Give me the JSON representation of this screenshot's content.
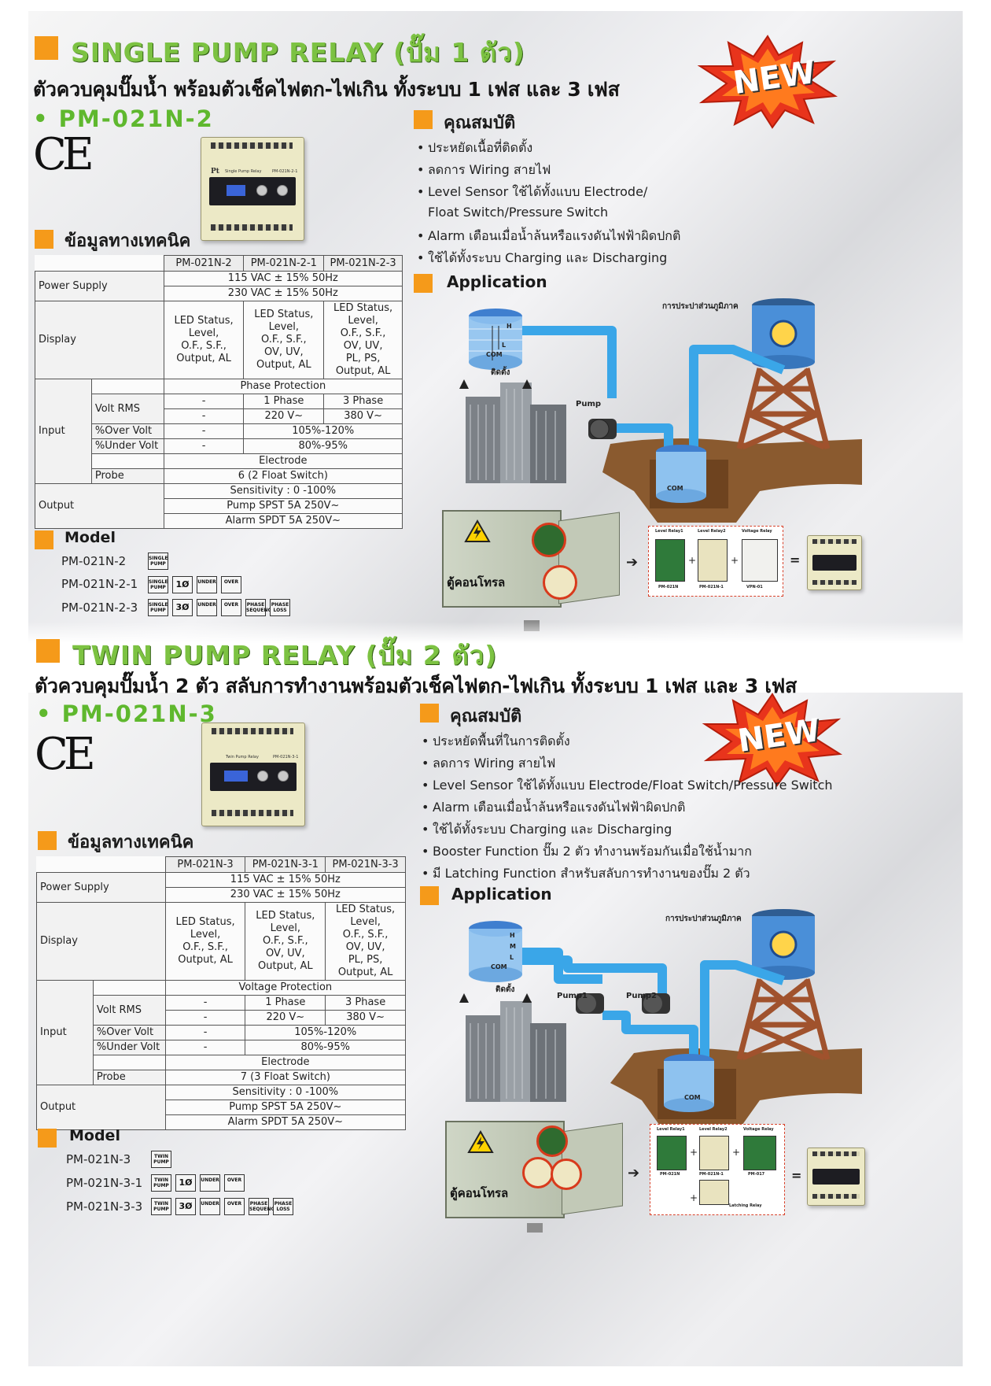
{
  "single": {
    "title": "SINGLE PUMP RELAY (ปั๊ม 1 ตัว)",
    "subtitle": "ตัวควบคุมปั๊มน้ำ พร้อมตัวเช็คไฟตก-ไฟเกิน ทั้งระบบ 1 เฟส และ 3 เฟส",
    "model_name": "• PM-021N-2",
    "ce": "CE",
    "new_badge": "NEW",
    "device_label": "Single Pump Relay",
    "device_model": "PM-021N-2-1",
    "features_heading": "คุณสมบัติ",
    "features": [
      "ประหยัดเนื้อที่ติดตั้ง",
      "ลดการ Wiring สายไฟ",
      "Level Sensor ใช้ได้ทั้งแบบ Electrode/",
      "Float Switch/Pressure Switch",
      "Alarm เตือนเมื่อน้ำล้นหรือแรงดันไฟฟ้าผิดปกติ",
      "ใช้ได้ทั้งระบบ Charging และ Discharging"
    ],
    "application_heading": "Application",
    "tech_heading": "ข้อมูลทางเทคนิค",
    "table": {
      "cols": [
        "PM-021N-2",
        "PM-021N-2-1",
        "PM-021N-2-3"
      ],
      "power_supply": "Power Supply",
      "ps1": "115 VAC ± 15%  50Hz",
      "ps2": "230 VAC ± 15%  50Hz",
      "display": "Display",
      "disp": [
        "LED Status,\nLevel,\nO.F., S.F.,\nOutput, AL",
        "LED Status,\nLevel,\nO.F., S.F.,\nOV, UV,\nOutput, AL",
        "LED Status,\nLevel,\nO.F., S.F.,\nOV, UV,\nPL, PS,\nOutput, AL"
      ],
      "input": "Input",
      "phase_protection": "Phase Protection",
      "volt_rms": "Volt RMS",
      "dash": "-",
      "phase1": "1 Phase",
      "phase3": "3 Phase",
      "v220": "220 V~",
      "v380": "380 V~",
      "over_volt": "%Over Volt",
      "over_val": "105%-120%",
      "under_volt": "%Under Volt",
      "under_val": "80%-95%",
      "electrode": "Electrode",
      "probe": "Probe",
      "probe_val": "6 (2 Float Switch)",
      "output": "Output",
      "sensitivity": "Sensitivity :  0 -100%",
      "pump_out": "Pump SPST 5A 250V~",
      "alarm_out": "Alarm SPDT 5A 250V~"
    },
    "model_heading": "Model",
    "models": [
      "PM-021N-2",
      "PM-021N-2-1",
      "PM-021N-2-3"
    ],
    "badges": {
      "pump": "SINGLE PUMP",
      "b10": "1Ø",
      "b30": "3Ø",
      "under": "UNDER",
      "over": "OVER",
      "seq": "PHASE SEQUENCE",
      "loss": "PHASE LOSS"
    },
    "diagram": {
      "waterworks": "การประปาส่วนภูมิภาค",
      "install": "ติดตั้ง",
      "pump": "Pump",
      "com": "COM",
      "h": "H",
      "l": "L",
      "control_box": "ตู้คอนโทรล",
      "relay1": "Level Relay1",
      "relay2": "Level Relay2",
      "vrelay": "Voltage Relay",
      "r1_model": "PM-021N",
      "r2_model": "PM-021N-1",
      "v_model": "VPN-01",
      "plus": "+",
      "equals": "="
    }
  },
  "twin": {
    "title": "TWIN PUMP RELAY (ปั๊ม 2 ตัว)",
    "subtitle": "ตัวควบคุมปั๊มน้ำ 2 ตัว สลับการทำงานพร้อมตัวเช็คไฟตก-ไฟเกิน ทั้งระบบ 1 เฟส และ 3 เฟส",
    "model_name": "• PM-021N-3",
    "ce": "CE",
    "new_badge": "NEW",
    "device_label": "Twin Pump Relay",
    "device_model": "PM-021N-3-1",
    "features_heading": "คุณสมบัติ",
    "features": [
      "ประหยัดพื้นที่ในการติดตั้ง",
      "ลดการ Wiring สายไฟ",
      "Level Sensor ใช้ได้ทั้งแบบ Electrode/Float Switch/Pressure Switch",
      "Alarm เตือนเมื่อน้ำล้นหรือแรงดันไฟฟ้าผิดปกติ",
      "ใช้ได้ทั้งระบบ Charging และ Discharging",
      "Booster Function ปั๊ม 2 ตัว ทำงานพร้อมกันเมื่อใช้น้ำมาก",
      "มี Latching Function สำหรับสลับการทำงานของปั๊ม 2 ตัว"
    ],
    "application_heading": "Application",
    "tech_heading": "ข้อมูลทางเทคนิค",
    "table": {
      "cols": [
        "PM-021N-3",
        "PM-021N-3-1",
        "PM-021N-3-3"
      ],
      "power_supply": "Power Supply",
      "ps1": "115 VAC ± 15%  50Hz",
      "ps2": "230 VAC ± 15%  50Hz",
      "display": "Display",
      "disp": [
        "LED Status,\nLevel,\nO.F., S.F.,\nOutput, AL",
        "LED Status,\nLevel,\nO.F., S.F.,\nOV, UV,\nOutput, AL",
        "LED Status,\nLevel,\nO.F., S.F.,\nOV, UV,\nPL, PS,\nOutput, AL"
      ],
      "input": "Input",
      "phase_protection": "Voltage Protection",
      "volt_rms": "Volt RMS",
      "dash": "-",
      "phase1": "1 Phase",
      "phase3": "3 Phase",
      "v220": "220 V~",
      "v380": "380 V~",
      "over_volt": "%Over Volt",
      "over_val": "105%-120%",
      "under_volt": "%Under Volt",
      "under_val": "80%-95%",
      "electrode": "Electrode",
      "probe": "Probe",
      "probe_val": "7 (3 Float Switch)",
      "output": "Output",
      "sensitivity": "Sensitivity :  0 -100%",
      "pump_out": "Pump SPST 5A 250V~",
      "alarm_out": "Alarm SPDT 5A 250V~"
    },
    "model_heading": "Model",
    "models": [
      "PM-021N-3",
      "PM-021N-3-1",
      "PM-021N-3-3"
    ],
    "badges": {
      "pump": "TWIN PUMP",
      "b10": "1Ø",
      "b30": "3Ø",
      "under": "UNDER",
      "over": "OVER",
      "seq": "PHASE SEQUENCE",
      "loss": "PHASE LOSS"
    },
    "diagram": {
      "waterworks": "การประปาส่วนภูมิภาค",
      "install": "ติดตั้ง",
      "pump1": "Pump1",
      "pump2": "Pump2",
      "com": "COM",
      "h": "H",
      "m": "M",
      "l": "L",
      "control_box": "ตู้คอนโทรล",
      "relay1": "Level Relay1",
      "relay2": "Level Relay2",
      "vrelay": "Voltage Relay",
      "r1_model": "PM-021N",
      "r2_model": "PM-021N-1",
      "v_model": "PM-017",
      "latch": "Latching Relay",
      "plus": "+",
      "equals": "="
    }
  }
}
